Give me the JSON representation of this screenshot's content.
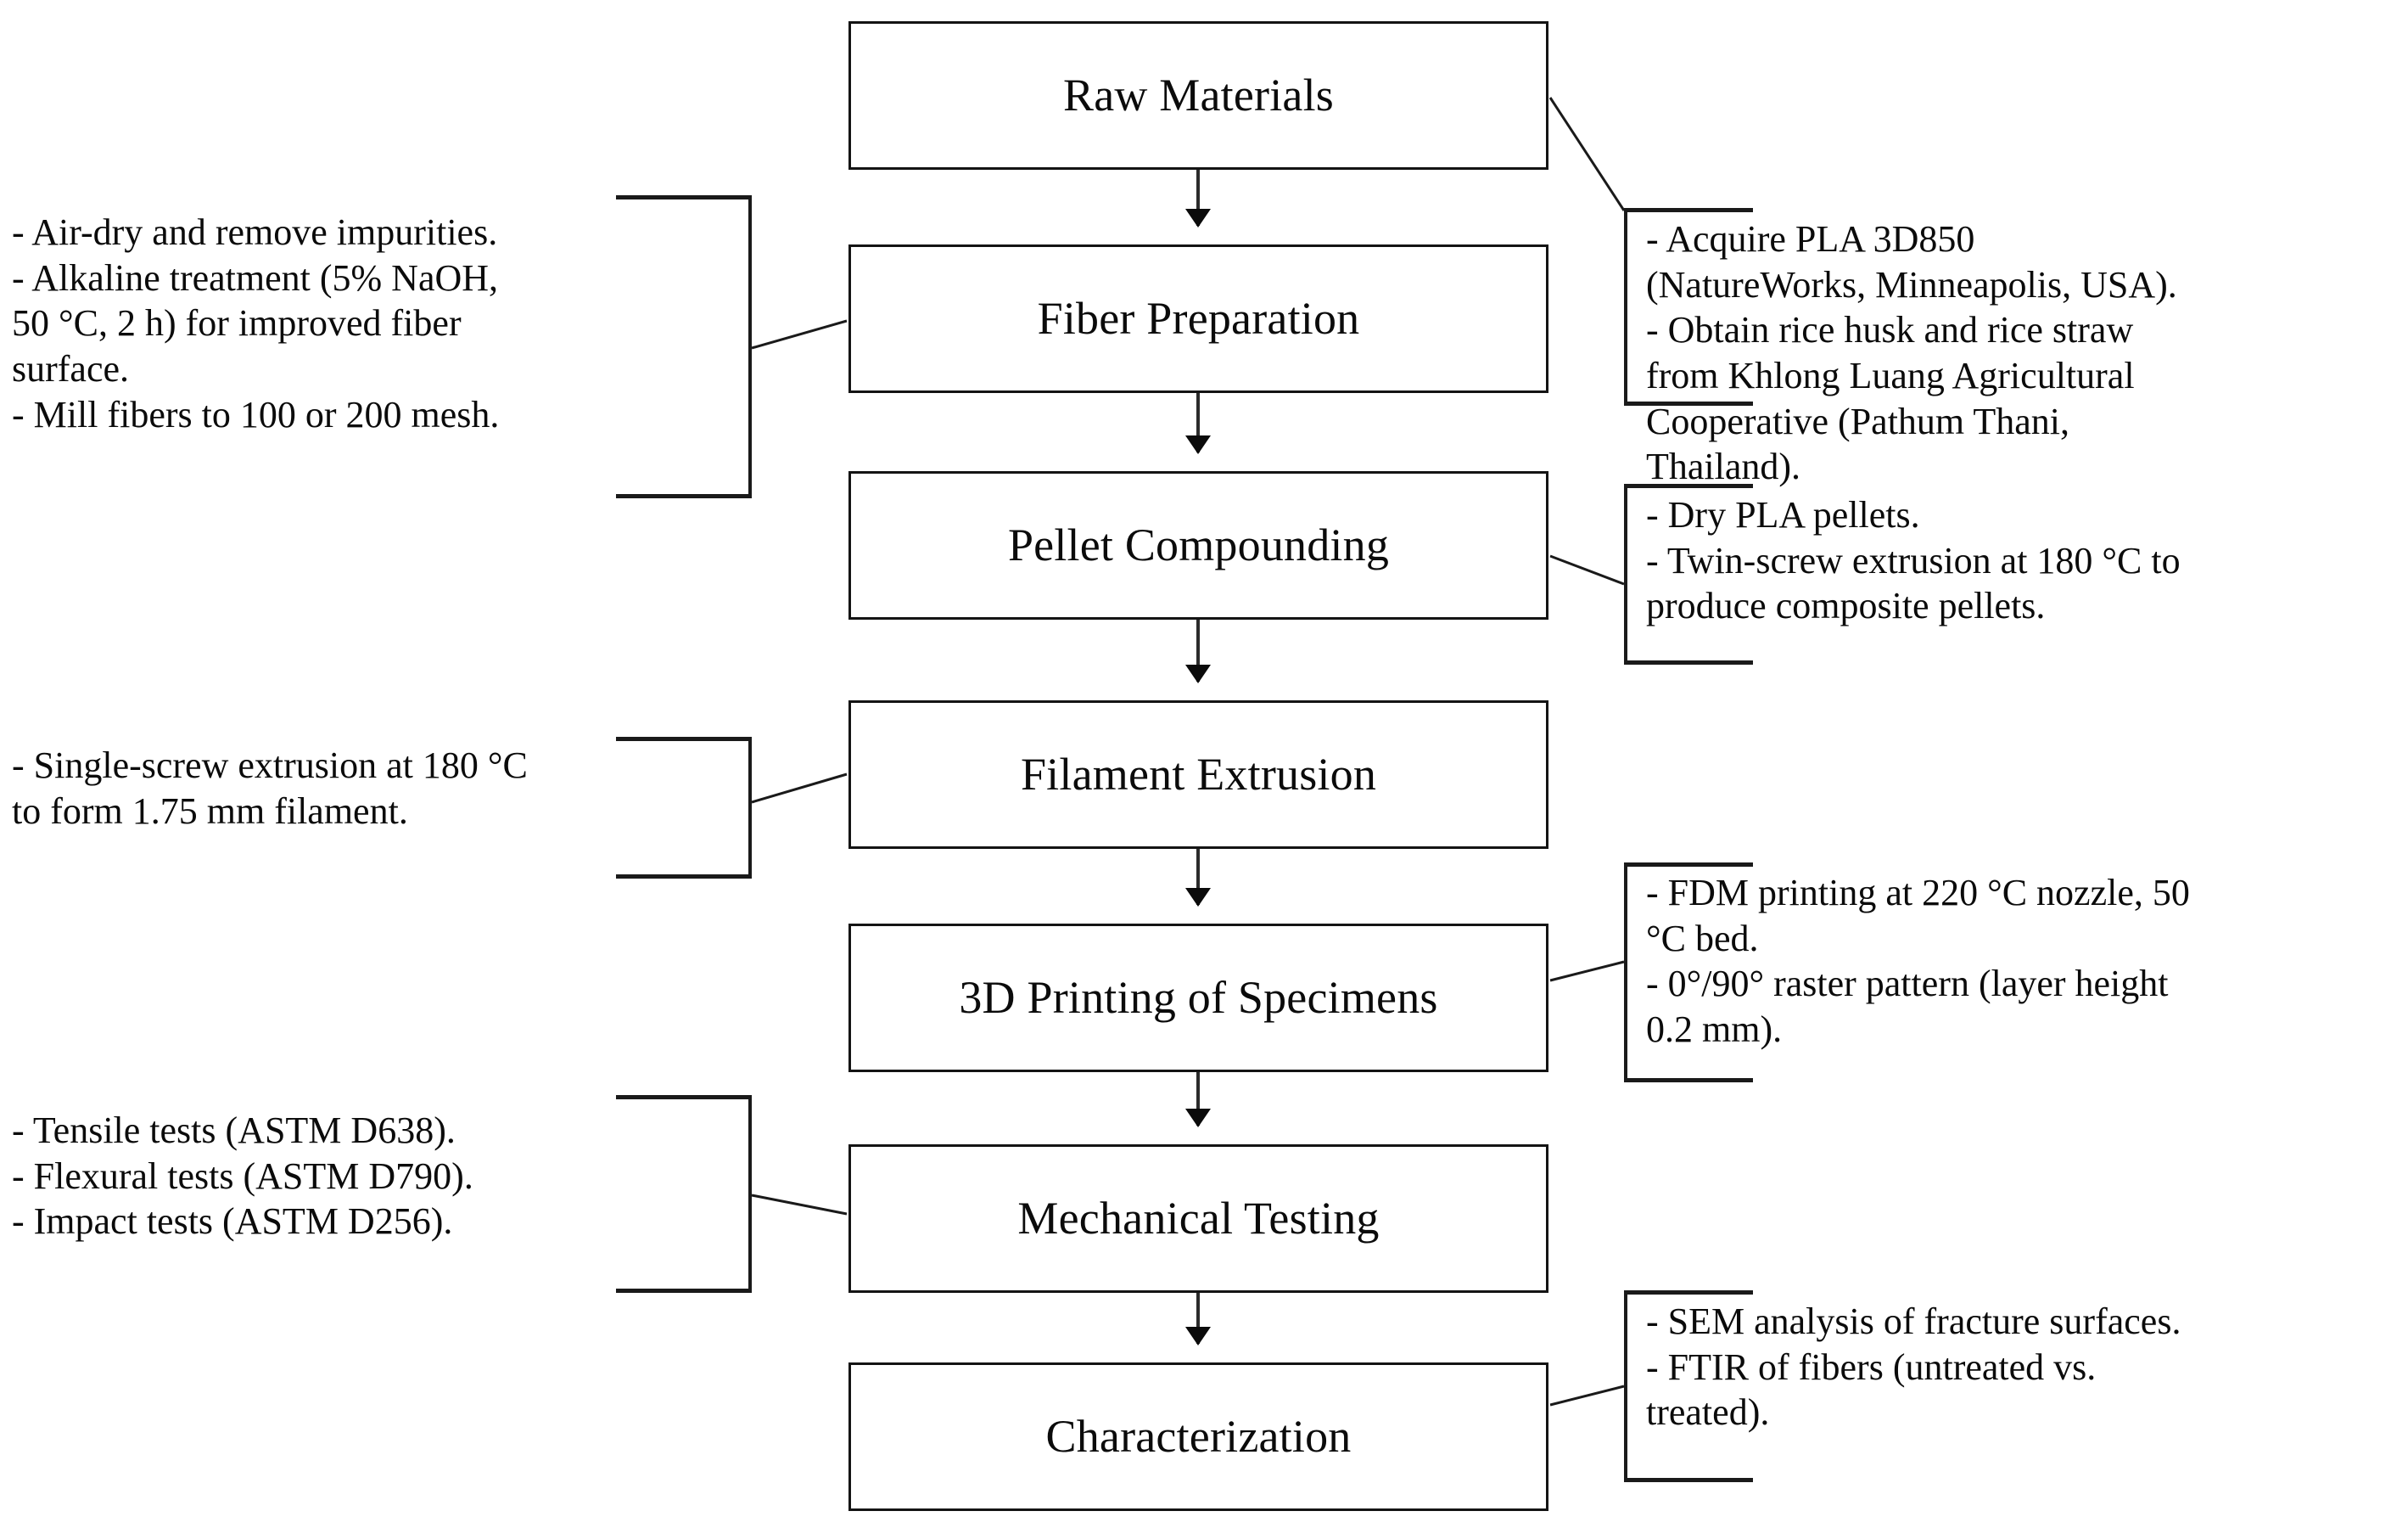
{
  "diagram": {
    "type": "process-flowchart",
    "orientation": "vertical",
    "steps": [
      {
        "id": "raw-materials",
        "label": "Raw Materials"
      },
      {
        "id": "fiber-preparation",
        "label": "Fiber Preparation"
      },
      {
        "id": "pellet-compounding",
        "label": "Pellet Compounding"
      },
      {
        "id": "filament-extrusion",
        "label": "Filament Extrusion"
      },
      {
        "id": "3d-printing",
        "label": "3D Printing of Specimens"
      },
      {
        "id": "mechanical-testing",
        "label": "Mechanical Testing"
      },
      {
        "id": "characterization",
        "label": "Characterization"
      }
    ],
    "annotations": {
      "raw_materials": "- Acquire PLA 3D850\n(NatureWorks, Minneapolis, USA).\n- Obtain rice husk and rice straw\nfrom Khlong Luang Agricultural\nCooperative (Pathum Thani,\nThailand).",
      "fiber_preparation": "- Air-dry and remove impurities.\n- Alkaline treatment (5% NaOH,\n50 °C, 2 h) for improved fiber\nsurface.\n- Mill fibers to 100 or 200 mesh.",
      "pellet_compounding": "- Dry PLA pellets.\n- Twin-screw extrusion at 180 °C to\nproduce composite pellets.",
      "filament_extrusion": "- Single-screw extrusion at 180 °C\nto form 1.75 mm filament.",
      "printing": "- FDM printing at 220 °C nozzle, 50\n°C bed.\n- 0°/90° raster pattern (layer height\n0.2 mm).",
      "mechanical_testing": "- Tensile tests (ASTM D638).\n- Flexural tests (ASTM D790).\n- Impact tests (ASTM D256).",
      "characterization": "- SEM analysis of fracture surfaces.\n- FTIR of fibers (untreated vs.\ntreated)."
    },
    "colors": {
      "box_border": "#141414",
      "text": "#0b0b0b",
      "arrow": "#2b2b2b",
      "bracket": "#1a1a1a",
      "background": "#ffffff"
    }
  }
}
